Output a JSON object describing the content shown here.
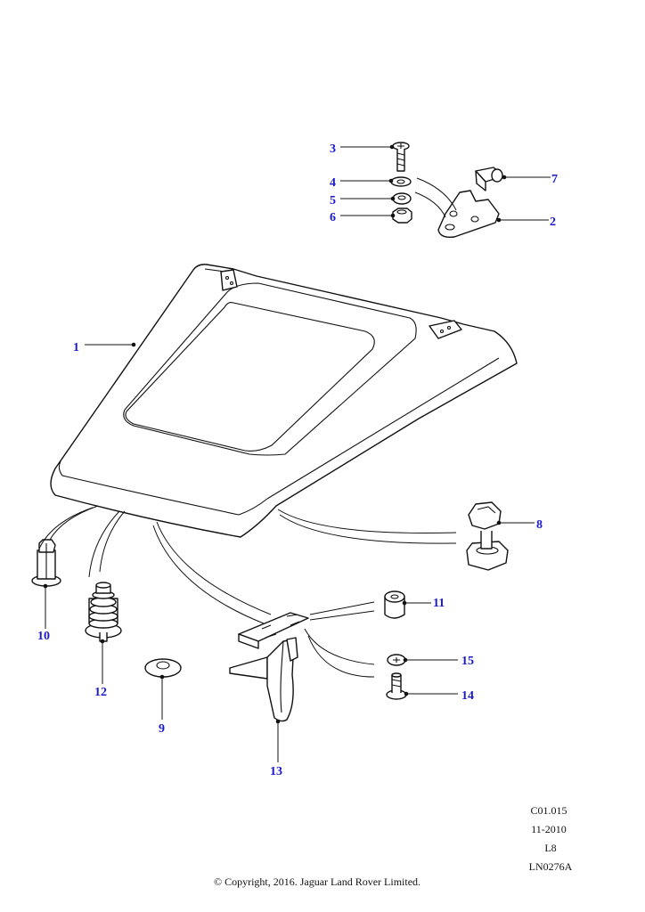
{
  "callouts": {
    "c1": "1",
    "c2": "2",
    "c3": "3",
    "c4": "4",
    "c5": "5",
    "c6": "6",
    "c7": "7",
    "c8": "8",
    "c9": "9",
    "c10": "10",
    "c11": "11",
    "c12": "12",
    "c13": "13",
    "c14": "14",
    "c15": "15"
  },
  "reference": {
    "code": "C01.015",
    "date": "11-2010",
    "model": "L8",
    "illustration": "LN0276A"
  },
  "copyright": "© Copyright, 2016. Jaguar Land Rover Limited.",
  "colors": {
    "callout": "#1a1acc",
    "line": "#111111"
  }
}
